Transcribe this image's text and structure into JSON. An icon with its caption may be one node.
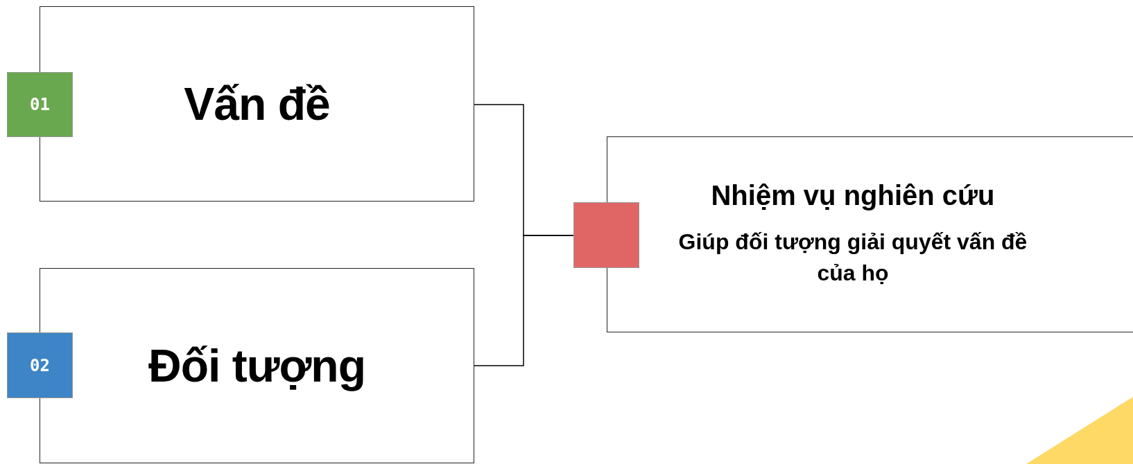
{
  "diagram": {
    "nodes": [
      {
        "text": [
          "01"
        ]
      },
      {
        "text": [
          "Vấn đề"
        ]
      },
      {
        "text": [
          "02"
        ]
      },
      {
        "text": [
          "Đối tượng"
        ]
      },
      {
        "text": [
          "Nhiệm vụ nghiên cứu",
          "Giúp đối tượng giải quyết vấn đề của họ"
        ]
      },
      {
        "text": [],
        "shape": "box"
      }
    ],
    "edges": [
      {
        "from": 1,
        "to": 5,
        "arrow": "none"
      },
      {
        "from": 3,
        "to": 5,
        "arrow": "none"
      }
    ]
  }
}
